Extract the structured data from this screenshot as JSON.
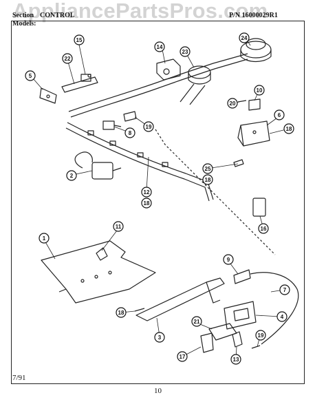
{
  "header": {
    "section": "Section",
    "section_name": "CONTROL",
    "models": "Models:",
    "models_value": "",
    "part_number": "P/N 16000029R1"
  },
  "watermark": "AppliancePartsPros.com",
  "callouts": [
    "15",
    "22",
    "5",
    "14",
    "23",
    "24",
    "10",
    "20",
    "6",
    "18",
    "19",
    "8",
    "2",
    "25",
    "18",
    "12",
    "18",
    "16",
    "11",
    "1",
    "9",
    "7",
    "4",
    "18",
    "21",
    "19",
    "3",
    "17",
    "13"
  ],
  "footer": {
    "date": "7/91",
    "page": "10"
  }
}
